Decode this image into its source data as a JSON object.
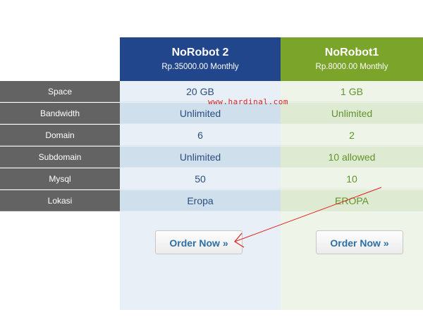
{
  "plans": [
    {
      "name": "NoRobot 2",
      "price": "Rp.35000.00 Monthly",
      "order_label": "Order Now »",
      "color": "#22468c"
    },
    {
      "name": "NoRobot1",
      "price": "Rp.8000.00 Monthly",
      "order_label": "Order Now »",
      "color": "#7aa42a"
    }
  ],
  "features": [
    {
      "label": "Space",
      "values": [
        "20 GB",
        "1 GB"
      ]
    },
    {
      "label": "Bandwidth",
      "values": [
        "Unlimited",
        "Unlimited"
      ]
    },
    {
      "label": "Domain",
      "values": [
        "6",
        "2"
      ]
    },
    {
      "label": "Subdomain",
      "values": [
        "Unlimited",
        "10 allowed"
      ]
    },
    {
      "label": "Mysql",
      "values": [
        "50",
        "10"
      ]
    },
    {
      "label": "Lokasi",
      "values": [
        "Eropa",
        "EROPA"
      ]
    }
  ],
  "watermark": "www.hardinal.com",
  "annotation_color": "#e02020"
}
